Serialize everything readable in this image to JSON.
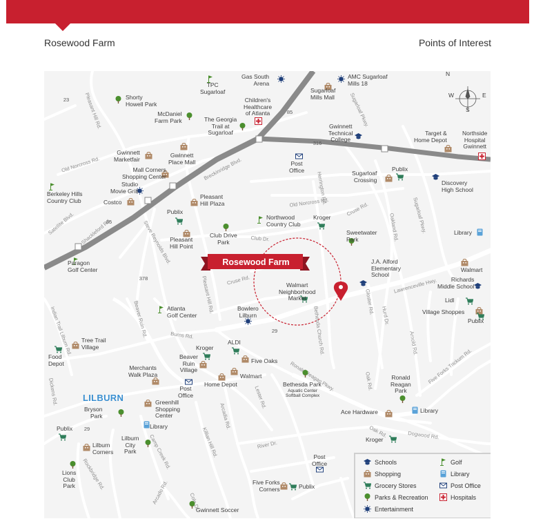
{
  "header": {
    "title": "Rosewood Farm",
    "subtitle": "Points of Interest"
  },
  "colors": {
    "brand_red": "#c8202f",
    "school_blue": "#1f3f7a",
    "park_green": "#4b8f2e",
    "shop_tan": "#b08a68",
    "grocery_green": "#2f7d5a",
    "library_blue": "#5aa2d8",
    "highway": "#8a8a8a"
  },
  "compass": {
    "n": "N",
    "s": "S",
    "e": "E",
    "w": "W"
  },
  "featured": {
    "label": "Rosewood Farm"
  },
  "city_label": "LILBURN",
  "shields": [
    "23",
    "85",
    "316",
    "85",
    "378",
    "29",
    "29"
  ],
  "roads": [
    "Pleasant Hill Rd.",
    "Old Norcross Rd.",
    "Breckinridge Blvd.",
    "Herrington Rd.",
    "Sugarloaf Pkwy.",
    "Sugarloaf Pkwy.",
    "Old Norcross Rd.",
    "Cruse Rd.",
    "Satellite Blvd.",
    "Shackleford Rd.",
    "Steve Reynolds Blvd.",
    "Club Dr.",
    "Oakland Rd.",
    "Lawrenceville Hwy.",
    "Cruse Rd.",
    "Pleasant Hill Rd.",
    "Indian Trail Lilburn Rd.",
    "Beaver Ruin Rd.",
    "Burns Rd.",
    "Bethesda Church Rd.",
    "Gloster Rd.",
    "Hurd Dr.",
    "Arnold Rd.",
    "Ronald Reagan Pkwy.",
    "Dickens Rd.",
    "Oak Rd.",
    "Five Forks Trickum Rd.",
    "Arcadia Rd.",
    "Lester Rd.",
    "Oak Rd.",
    "Dogwood Rd.",
    "Camp Creek Rd.",
    "Killian Hill Rd.",
    "River Dr.",
    "Arcado Rd.",
    "Cole Dr.",
    "Rockbridge Rd."
  ],
  "pois": [
    {
      "label": "TPC\nSugarloaf",
      "icon": "golf-icon"
    },
    {
      "label": "Gas South\nArena",
      "icon": "entertainment-icon"
    },
    {
      "label": "AMC Sugarloaf\nMills 18",
      "icon": "entertainment-icon"
    },
    {
      "label": "Sugarloaf\nMills Mall",
      "icon": "shopping-icon"
    },
    {
      "label": "Shorty\nHowell Park",
      "icon": "park-icon"
    },
    {
      "label": "Children's\nHealthcare\nof Atlanta",
      "icon": "hospital-icon"
    },
    {
      "label": "McDaniel\nFarm Park",
      "icon": "park-icon"
    },
    {
      "label": "The Georgia\nTrail at\nSugarloaf",
      "icon": "park-icon"
    },
    {
      "label": "Gwinnett\nTechnical\nCollege",
      "icon": "school-icon"
    },
    {
      "label": "Target &\nHome Depot",
      "icon": "shopping-icon"
    },
    {
      "label": "Northside\nHospital\nGwinnett",
      "icon": "hospital-icon"
    },
    {
      "label": "Gwinnett\nMarketfair",
      "icon": "shopping-icon"
    },
    {
      "label": "Gwinnett\nPlace Mall",
      "icon": "shopping-icon"
    },
    {
      "label": "Post\nOffice",
      "icon": "post-office-icon"
    },
    {
      "label": "Mall Corners\nShopping Center",
      "icon": "shopping-icon"
    },
    {
      "label": "Sugarloaf\nCrossing",
      "icon": "shopping-icon"
    },
    {
      "label": "Publix",
      "icon": "grocery-icon"
    },
    {
      "label": "Discovery\nHigh School",
      "icon": "school-icon"
    },
    {
      "label": "Studio\nMovie Grill",
      "icon": "entertainment-icon"
    },
    {
      "label": "Berkeley Hills\nCountry Club",
      "icon": "golf-icon"
    },
    {
      "label": "Costco",
      "icon": "shopping-icon"
    },
    {
      "label": "Pleasant\nHill Plaza",
      "icon": "shopping-icon"
    },
    {
      "label": "Publix",
      "icon": "grocery-icon"
    },
    {
      "label": "Northwood\nCountry Club",
      "icon": "golf-icon"
    },
    {
      "label": "Kroger",
      "icon": "grocery-icon"
    },
    {
      "label": "Pleasant\nHill Point",
      "icon": "shopping-icon"
    },
    {
      "label": "Club Drive\nPark",
      "icon": "park-icon"
    },
    {
      "label": "Sweetwater\nPark",
      "icon": "park-icon"
    },
    {
      "label": "Library",
      "icon": "library-icon"
    },
    {
      "label": "Paragon\nGolf Center",
      "icon": "golf-icon"
    },
    {
      "label": "J.A. Alford\nElementary\nSchool",
      "icon": "school-icon"
    },
    {
      "label": "Walmart",
      "icon": "shopping-icon"
    },
    {
      "label": "Walmart\nNeighborhood\nMarket",
      "icon": "grocery-icon"
    },
    {
      "label": "Richards\nMiddle School",
      "icon": "school-icon"
    },
    {
      "label": "Lidl",
      "icon": "grocery-icon"
    },
    {
      "label": "Village Shoppes",
      "icon": "shopping-icon"
    },
    {
      "label": "Publix",
      "icon": "grocery-icon"
    },
    {
      "label": "Atlanta\nGolf Center",
      "icon": "golf-icon"
    },
    {
      "label": "Bowlero\nLilburn",
      "icon": "entertainment-icon"
    },
    {
      "label": "Tree Trail\nVillage",
      "icon": "shopping-icon"
    },
    {
      "label": "Food\nDepot",
      "icon": "grocery-icon"
    },
    {
      "label": "ALDI",
      "icon": "grocery-icon"
    },
    {
      "label": "Kroger",
      "icon": "grocery-icon"
    },
    {
      "label": "Five Oaks",
      "icon": "shopping-icon"
    },
    {
      "label": "Beaver\nRuin\nVillage",
      "icon": "shopping-icon"
    },
    {
      "label": "Merchants\nWalk Plaza",
      "icon": "shopping-icon"
    },
    {
      "label": "Walmart",
      "icon": "shopping-icon"
    },
    {
      "label": "Home Depot",
      "icon": "shopping-icon"
    },
    {
      "label": "Post\nOffice",
      "icon": "post-office-icon"
    },
    {
      "label": "Bethesda Park",
      "icon": "park-icon"
    },
    {
      "label": "Aquatic Center\nSoftball Complex",
      "icon": ""
    },
    {
      "label": "Ronald\nReagan\nPark",
      "icon": "park-icon"
    },
    {
      "label": "Bryson\nPark",
      "icon": "park-icon"
    },
    {
      "label": "Greenhill\nShopping\nCenter",
      "icon": "shopping-icon"
    },
    {
      "label": "Ace Hardware",
      "icon": "shopping-icon"
    },
    {
      "label": "Library",
      "icon": "library-icon"
    },
    {
      "label": "Library",
      "icon": "library-icon"
    },
    {
      "label": "Publix",
      "icon": "grocery-icon"
    },
    {
      "label": "Kroger",
      "icon": "grocery-icon"
    },
    {
      "label": "Lilburn\nCorners",
      "icon": "shopping-icon"
    },
    {
      "label": "Lilburn\nCity\nPark",
      "icon": "park-icon"
    },
    {
      "label": "Lions\nClub\nPark",
      "icon": "park-icon"
    },
    {
      "label": "Post\nOffice",
      "icon": "post-office-icon"
    },
    {
      "label": "Five Forks\nCorners",
      "icon": "shopping-icon"
    },
    {
      "label": "Publix",
      "icon": "grocery-icon"
    },
    {
      "label": "Gwinnett Soccer",
      "icon": "park-icon"
    }
  ],
  "legend": [
    {
      "label": "Schools",
      "icon": "school-icon"
    },
    {
      "label": "Shopping",
      "icon": "shopping-icon"
    },
    {
      "label": "Grocery Stores",
      "icon": "grocery-icon"
    },
    {
      "label": "Parks & Recreation",
      "icon": "park-icon"
    },
    {
      "label": "Entertainment",
      "icon": "entertainment-icon"
    },
    {
      "label": "Golf",
      "icon": "golf-icon"
    },
    {
      "label": "Library",
      "icon": "library-icon"
    },
    {
      "label": "Post Office",
      "icon": "post-office-icon"
    },
    {
      "label": "Hospitals",
      "icon": "hospital-icon"
    }
  ]
}
